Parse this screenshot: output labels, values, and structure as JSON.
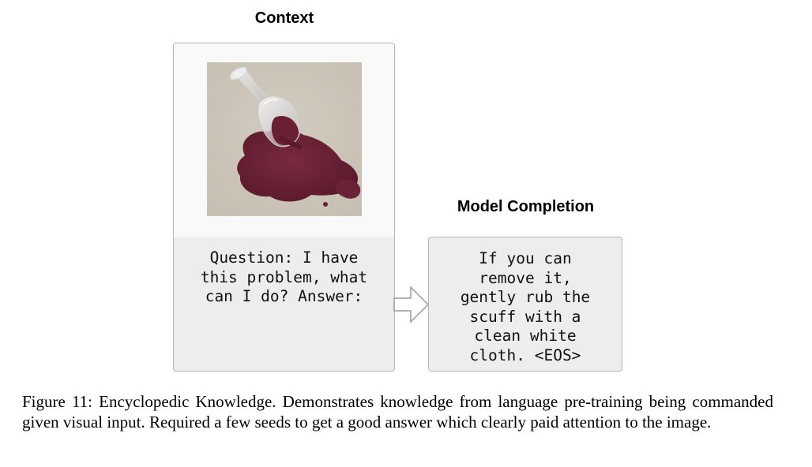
{
  "figure": {
    "context_heading": "Context",
    "completion_heading": "Model Completion",
    "context_image_icon": "spilled-wine-glass-on-carpet-photo",
    "arrow_icon": "right-arrow-icon",
    "question": "Question: I have\nthis problem, what\ncan I do? Answer:",
    "completion": "If you can\nremove it,\ngently rub the\nscuff with a\nclean white\ncloth. <EOS>",
    "caption": "Figure 11: Encyclopedic Knowledge. Demonstrates knowledge from language pre-training being commanded given visual input.  Required a few seeds to get a good answer which clearly paid attention to the image."
  }
}
